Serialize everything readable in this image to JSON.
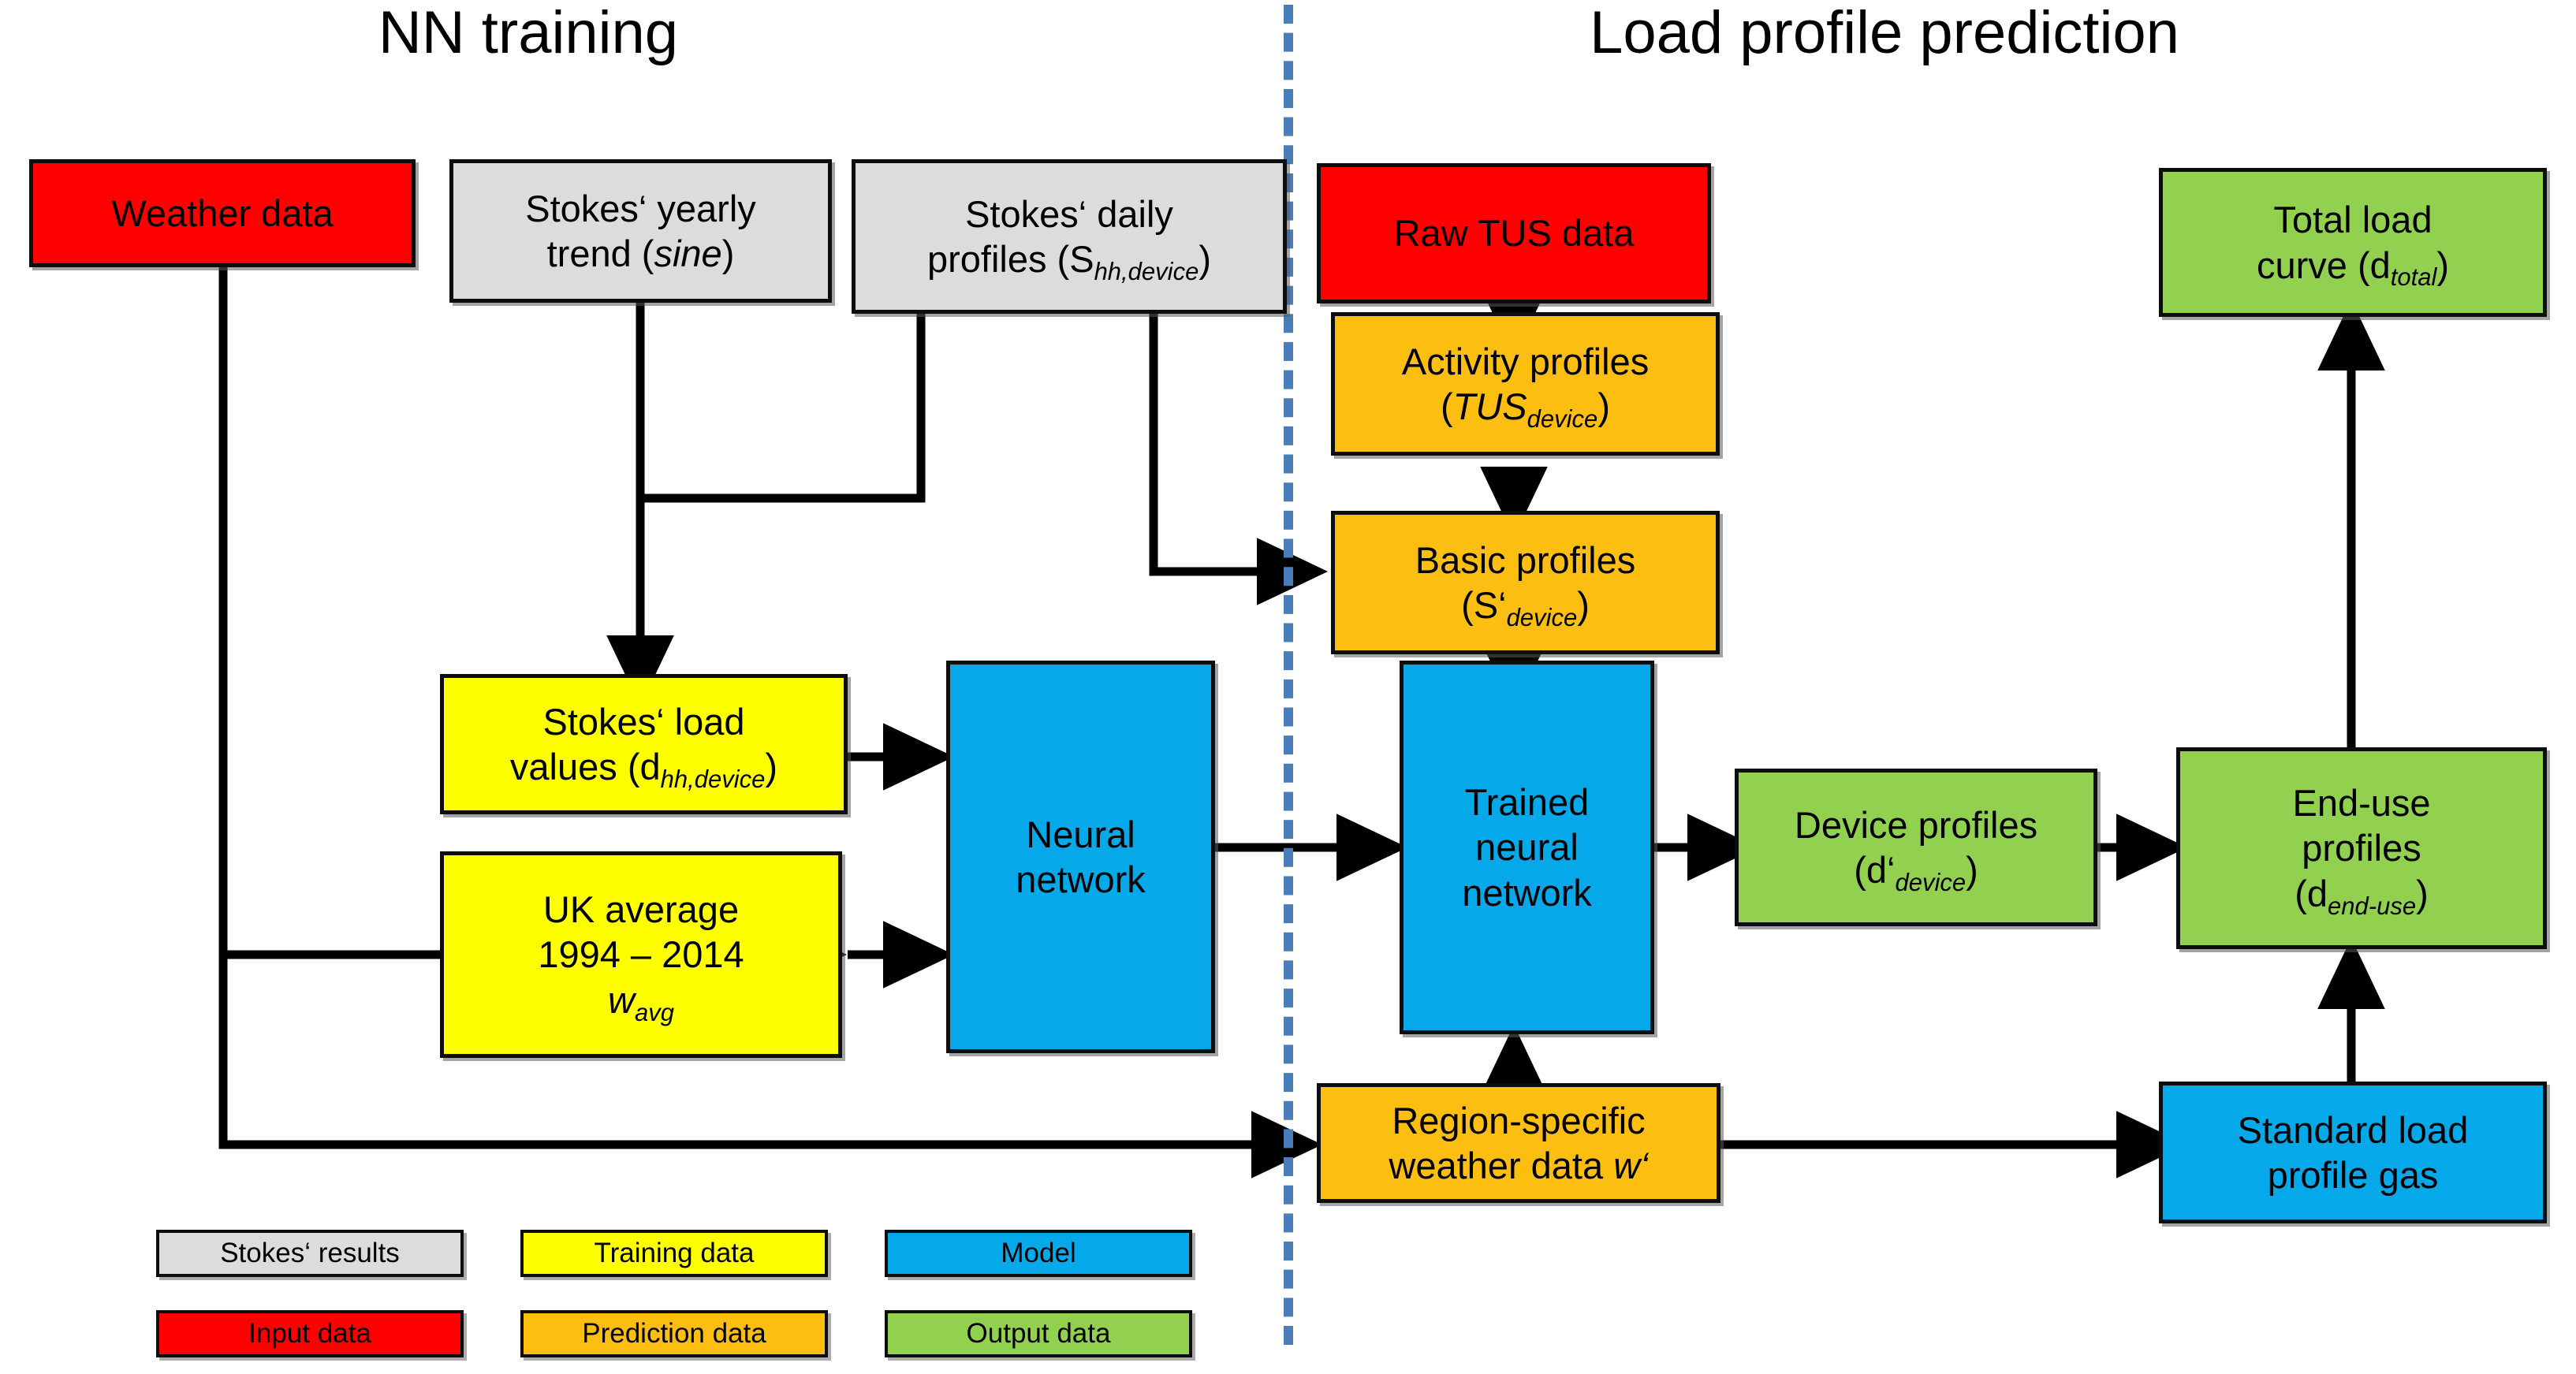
{
  "sections": {
    "left_title": "NN training",
    "right_title": "Load profile prediction"
  },
  "nodes": {
    "weather_data": {
      "label": "Weather data",
      "color": "#fe0000",
      "category": "Input data"
    },
    "stokes_yearly_trend": {
      "line1": "Stokes‘ yearly",
      "line2_pre": "trend (",
      "line2_em": "sine",
      "line2_post": ")",
      "color": "#dcdcdc",
      "category": "Stokes‘ results"
    },
    "stokes_daily_profiles": {
      "line1": "Stokes‘ daily",
      "line2_pre": "profiles (S",
      "line2_sub": "hh,device",
      "line2_post": ")",
      "color": "#dcdcdc",
      "category": "Stokes‘ results"
    },
    "stokes_load_values": {
      "line1": "Stokes‘ load",
      "line2_pre": "values (d",
      "line2_sub": "hh,device",
      "line2_post": ")",
      "color": "#ffff00",
      "category": "Training data"
    },
    "uk_average": {
      "line1": "UK average",
      "line2": "1994 – 2014",
      "line3_em": "w",
      "line3_sub": "avg",
      "color": "#ffff00",
      "category": "Training data"
    },
    "neural_network": {
      "line1": "Neural",
      "line2": "network",
      "color": "#05a8e8",
      "category": "Model"
    },
    "raw_tus_data": {
      "label": "Raw TUS data",
      "color": "#fe0000",
      "category": "Input data"
    },
    "activity_profiles": {
      "line1": "Activity profiles",
      "line2_pre": "(",
      "line2_em": "TUS",
      "line2_sub": "device",
      "line2_post": ")",
      "color": "#fcbf11",
      "category": "Prediction data"
    },
    "basic_profiles": {
      "line1": "Basic profiles",
      "line2_pre": "(S‘",
      "line2_sub": "device",
      "line2_post": ")",
      "color": "#fcbf11",
      "category": "Prediction data"
    },
    "trained_neural_network": {
      "line1": "Trained",
      "line2": "neural",
      "line3": "network",
      "color": "#05a8e8",
      "category": "Model"
    },
    "device_profiles": {
      "line1": "Device profiles",
      "line2_pre": "(d‘",
      "line2_sub": "device",
      "line2_post": ")",
      "color": "#92d050",
      "category": "Output data"
    },
    "end_use_profiles": {
      "line1": "End-use",
      "line2": "profiles",
      "line3_pre": "(d",
      "line3_sub": "end-use",
      "line3_post": ")",
      "color": "#92d050",
      "category": "Output data"
    },
    "total_load_curve": {
      "line1": "Total load",
      "line2_pre": "curve (d",
      "line2_sub": "total",
      "line2_post": ")",
      "color": "#92d050",
      "category": "Output data"
    },
    "region_specific_weather": {
      "line1": "Region-specific",
      "line2_pre": "weather data ",
      "line2_em": "w‘",
      "color": "#fcbf11",
      "category": "Prediction data"
    },
    "standard_load_profile_gas": {
      "line1": "Standard load",
      "line2": "profile gas",
      "color": "#05a8e8",
      "category": "Model"
    }
  },
  "legend": {
    "items": [
      {
        "label": "Stokes‘ results",
        "color": "#dcdcdc"
      },
      {
        "label": "Training data",
        "color": "#ffff00"
      },
      {
        "label": "Model",
        "color": "#05a8e8"
      },
      {
        "label": "Input data",
        "color": "#fe0000"
      },
      {
        "label": "Prediction data",
        "color": "#fcbf11"
      },
      {
        "label": "Output data",
        "color": "#92d050"
      }
    ]
  },
  "flow": {
    "edges": [
      {
        "from": "weather_data",
        "to": "uk_average"
      },
      {
        "from": "weather_data",
        "to": "region_specific_weather"
      },
      {
        "from": "stokes_yearly_trend",
        "to": "stokes_load_values"
      },
      {
        "from": "stokes_daily_profiles",
        "to": "stokes_load_values"
      },
      {
        "from": "stokes_daily_profiles",
        "to": "basic_profiles"
      },
      {
        "from": "stokes_load_values",
        "to": "neural_network"
      },
      {
        "from": "uk_average",
        "to": "neural_network"
      },
      {
        "from": "neural_network",
        "to": "trained_neural_network"
      },
      {
        "from": "raw_tus_data",
        "to": "activity_profiles"
      },
      {
        "from": "activity_profiles",
        "to": "basic_profiles"
      },
      {
        "from": "basic_profiles",
        "to": "trained_neural_network"
      },
      {
        "from": "region_specific_weather",
        "to": "trained_neural_network"
      },
      {
        "from": "region_specific_weather",
        "to": "standard_load_profile_gas"
      },
      {
        "from": "trained_neural_network",
        "to": "device_profiles"
      },
      {
        "from": "device_profiles",
        "to": "end_use_profiles"
      },
      {
        "from": "standard_load_profile_gas",
        "to": "end_use_profiles"
      },
      {
        "from": "end_use_profiles",
        "to": "total_load_curve"
      }
    ]
  },
  "divider": {
    "color": "#4a7ebb"
  }
}
